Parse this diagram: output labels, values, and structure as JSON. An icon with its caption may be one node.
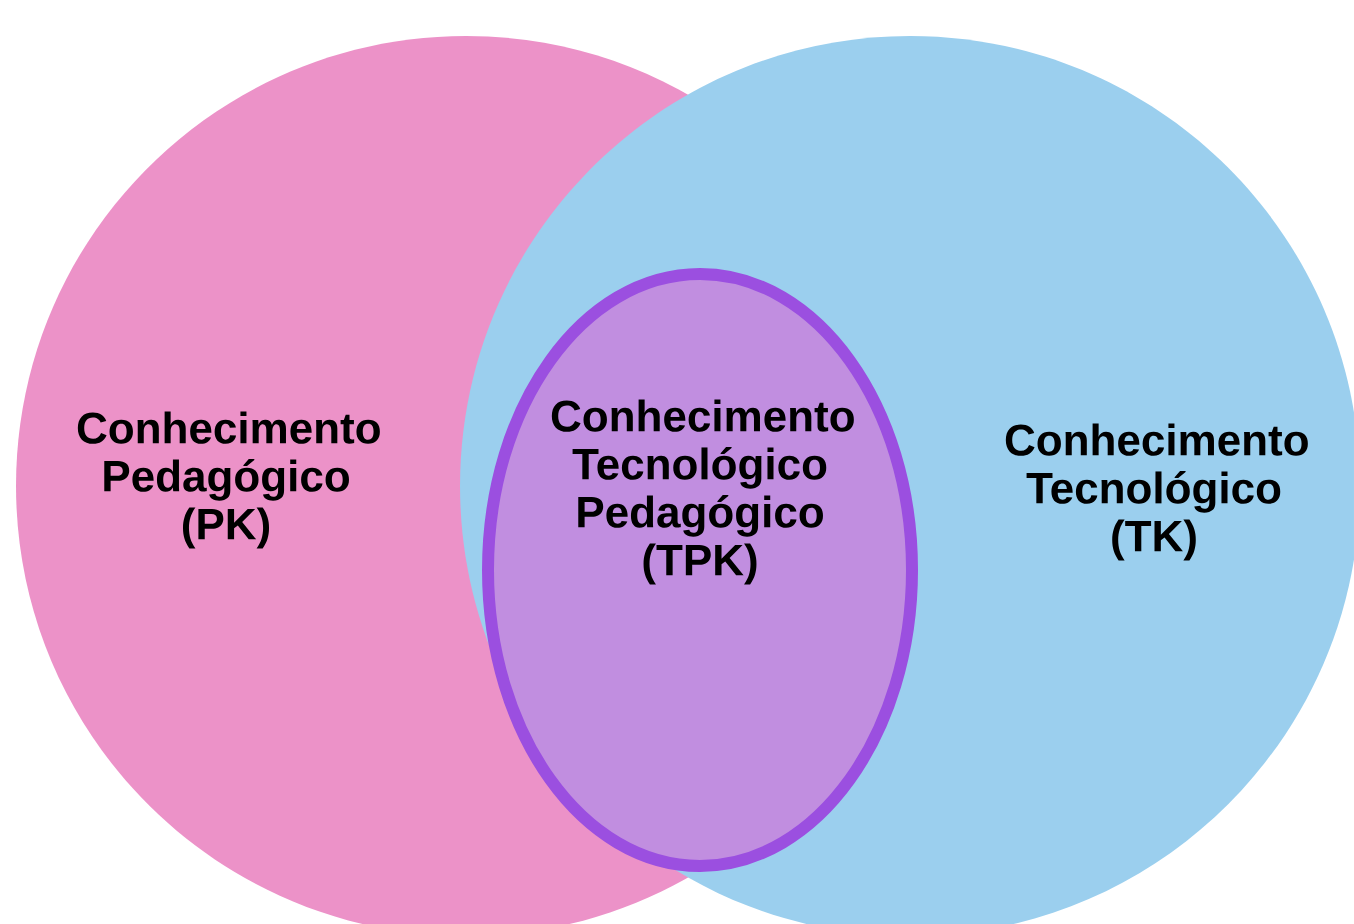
{
  "diagram": {
    "nodes": [
      {
        "text": [
          "Conhecimento Pedagógico (PK)"
        ]
      },
      {
        "text": [
          "Conhecimento Tecnológico (TK)"
        ]
      },
      {
        "text": [
          "Conhecimento Tecnológico Pedagógico (TPK)"
        ]
      }
    ]
  }
}
